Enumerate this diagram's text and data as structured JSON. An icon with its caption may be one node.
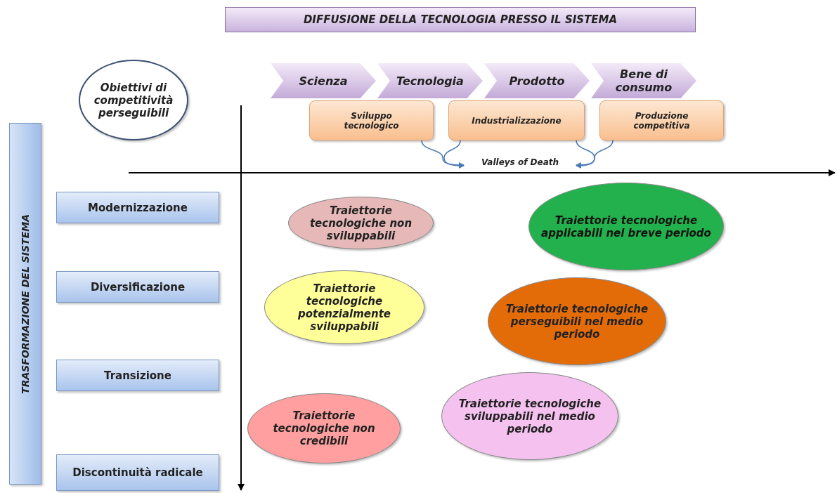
{
  "diagram": {
    "nodes": [
      {
        "text": [
          "DIFFUSIONE DELLA TECNOLOGIA PRESSO IL SISTEMA"
        ]
      },
      {
        "text": [
          "Scienza"
        ]
      },
      {
        "text": [
          "Tecnologia"
        ]
      },
      {
        "text": [
          "Prodotto"
        ]
      },
      {
        "text": [
          "Bene di consumo"
        ]
      },
      {
        "text": [
          "Obiettivi di competitività perseguibili"
        ]
      },
      {
        "text": [
          "Sviluppo tecnologico"
        ]
      },
      {
        "text": [
          "Industrializzazione"
        ]
      },
      {
        "text": [
          "Produzione competitiva"
        ]
      },
      {
        "text": [
          "Valleys of Death"
        ]
      },
      {
        "text": [
          "TRASFORMAZIONE DEL SISTEMA"
        ]
      },
      {
        "text": [
          "Modernizzazione"
        ]
      },
      {
        "text": [
          "Diversificazione"
        ]
      },
      {
        "text": [
          "Transizione"
        ]
      },
      {
        "text": [
          "Discontinuità radicale"
        ]
      },
      {
        "text": [
          "Traiettorie tecnologiche non sviluppabili"
        ]
      },
      {
        "text": [
          "Traiettorie tecnologiche applicabili  nel breve periodo"
        ]
      },
      {
        "text": [
          "Traiettorie tecnologiche potenzialmente sviluppabili"
        ]
      },
      {
        "text": [
          "Traiettorie tecnologiche perseguibili nel medio periodo"
        ]
      },
      {
        "text": [
          "Traiettorie tecnologiche non credibili"
        ]
      },
      {
        "text": [
          "Traiettorie tecnologiche sviluppabili nel medio periodo"
        ]
      }
    ],
    "edges": [
      {
        "from": 6,
        "to": 9,
        "arrow": "to"
      },
      {
        "from": 7,
        "to": 9,
        "arrow": "to"
      },
      {
        "from": 7,
        "to": 9,
        "arrow": "to"
      },
      {
        "from": 8,
        "to": 9,
        "arrow": "to"
      }
    ]
  }
}
